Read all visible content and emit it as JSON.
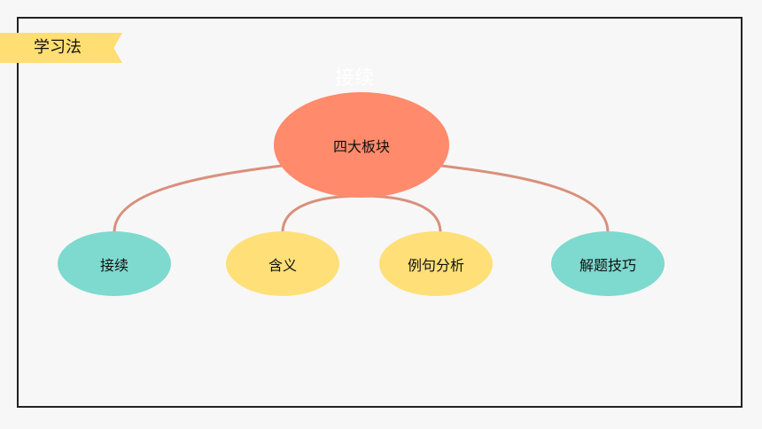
{
  "tag": {
    "label": "学习法",
    "color": "#ffde73"
  },
  "ghost_title": "接续",
  "diagram": {
    "root": {
      "label": "四大板块",
      "color": "#ff8a6c"
    },
    "children": [
      {
        "label": "接续",
        "color": "#7ed9ce"
      },
      {
        "label": "含义",
        "color": "#ffdf78"
      },
      {
        "label": "例句分析",
        "color": "#ffdf78"
      },
      {
        "label": "解题技巧",
        "color": "#7ed9ce"
      }
    ],
    "connector_color": "#d9907c"
  }
}
